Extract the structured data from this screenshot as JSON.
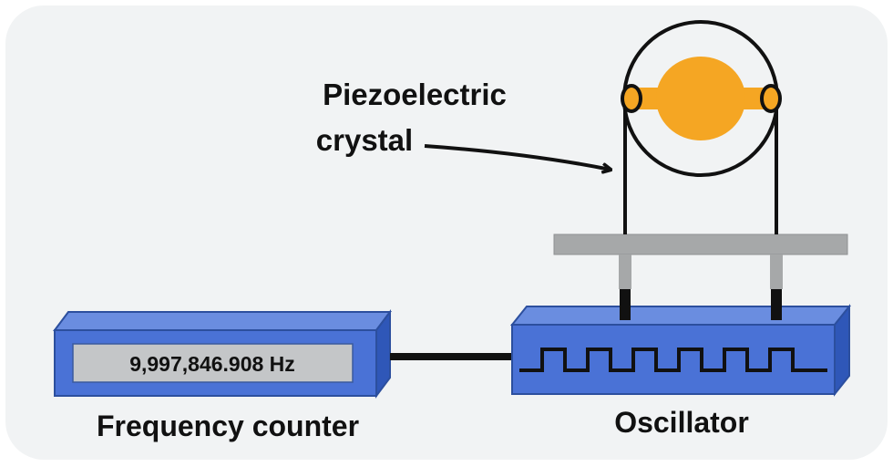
{
  "labels": {
    "crystal_line1": "Piezoelectric",
    "crystal_line2": "crystal",
    "counter_display": "9,997,846.908 Hz",
    "frequency_counter": "Frequency counter",
    "oscillator": "Oscillator"
  },
  "colors": {
    "background_panel": "#f1f3f4",
    "device_face": "#4a72d6",
    "device_top": "#6a8de0",
    "device_side": "#2f57b8",
    "device_border": "#2c4f9e",
    "display": "#c4c6c8",
    "electrode": "#f5a623",
    "bar": "#a6a8a9",
    "wire": "#111111"
  }
}
